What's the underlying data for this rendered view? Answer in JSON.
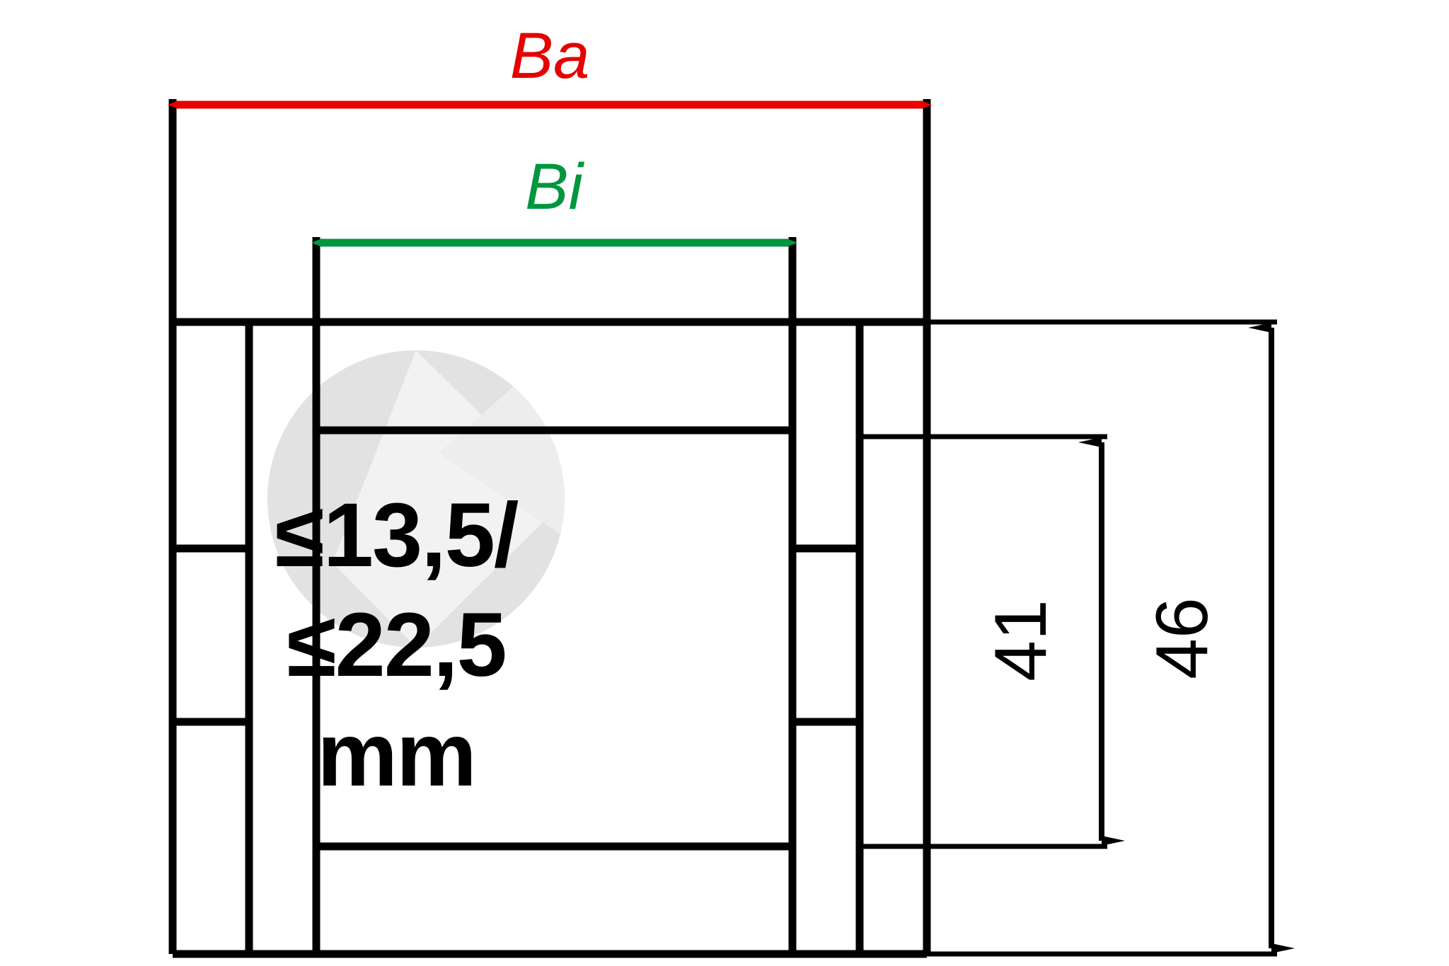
{
  "drawing": {
    "type": "technical-dimension-drawing",
    "background_color": "#ffffff",
    "line_color": "#000000",
    "dimensions": {
      "outer_width": {
        "label": "Ba",
        "color": "#e60000",
        "orientation": "horizontal",
        "arrow_style": "double-ended",
        "description": "outer width dimension across full bracket"
      },
      "inner_width": {
        "label": "Bi",
        "color": "#00963f",
        "orientation": "horizontal",
        "arrow_style": "double-ended",
        "description": "inner width dimension across inner opening"
      },
      "inner_height": {
        "label": "41",
        "color": "#000000",
        "orientation": "vertical",
        "arrow_style": "double-ended",
        "unit": "mm"
      },
      "outer_height": {
        "label": "46",
        "color": "#000000",
        "orientation": "vertical",
        "arrow_style": "double-ended",
        "unit": "mm"
      }
    },
    "annotation": {
      "line1": "≤13,5/",
      "line2": "≤22,5",
      "line3": "mm",
      "full_text": "≤13,5/ ≤22,5 mm",
      "color": "#000000"
    },
    "watermark": {
      "shape": "circle",
      "color": "#e2e2e2",
      "highlight_color": "#f2f2f2",
      "description": "light grey circular logo watermark behind annotation text"
    }
  }
}
